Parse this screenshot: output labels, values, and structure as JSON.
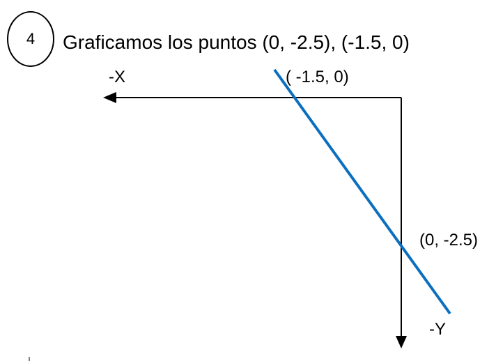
{
  "step": {
    "number": "4"
  },
  "title": "Graficamos los puntos (0, -2.5), (-1.5, 0)",
  "axes": {
    "x_label": "-X",
    "y_label": "-Y"
  },
  "points": [
    {
      "label": "( -1.5, 0)",
      "x": -1.5,
      "y": 0
    },
    {
      "label": "(0, -2.5)",
      "x": 0,
      "y": -2.5
    }
  ],
  "colors": {
    "line": "#0b6fc0",
    "axes": "#000000",
    "text": "#000000"
  }
}
